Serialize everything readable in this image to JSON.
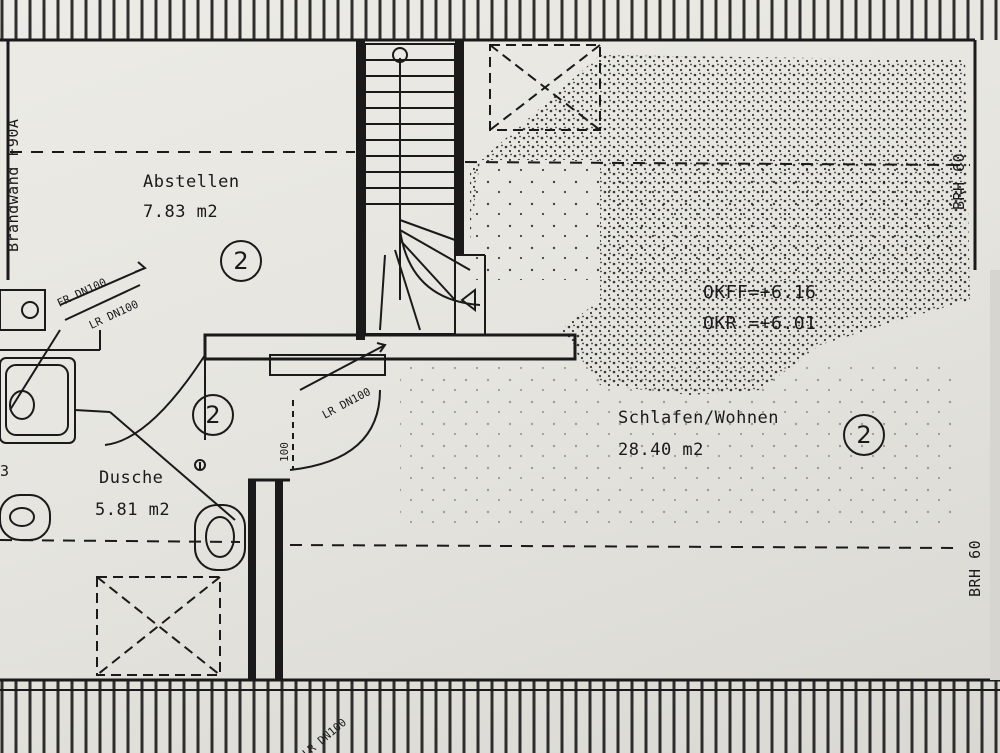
{
  "plan": {
    "fire_wall_label": "Brandwand F90A",
    "rooms": [
      {
        "id": "abstellen",
        "name": "Abstellen",
        "area": "7.83 m2",
        "tag": "2"
      },
      {
        "id": "dusche",
        "name": "Dusche",
        "area": "5.81 m2",
        "tag": "2"
      },
      {
        "id": "flur",
        "tag": "2"
      },
      {
        "id": "schlafen",
        "name": "Schlafen/Wohnen",
        "area": "28.40 m2",
        "tag": "2"
      }
    ],
    "levels": {
      "okff": "OKFF=+6.16",
      "okr": "OKR =+6.01"
    },
    "brh_top": "BRH 60",
    "brh_bottom": "BRH 60",
    "pipes": {
      "fr": "FR DN100",
      "lr1": "LR DN100",
      "lr2": "LR DN100",
      "lr3": "LR DN100"
    },
    "tag_100": "100",
    "tag_3": "3"
  },
  "colors": {
    "ink": "#1a1a1a",
    "paper": "#e9e8e3"
  }
}
